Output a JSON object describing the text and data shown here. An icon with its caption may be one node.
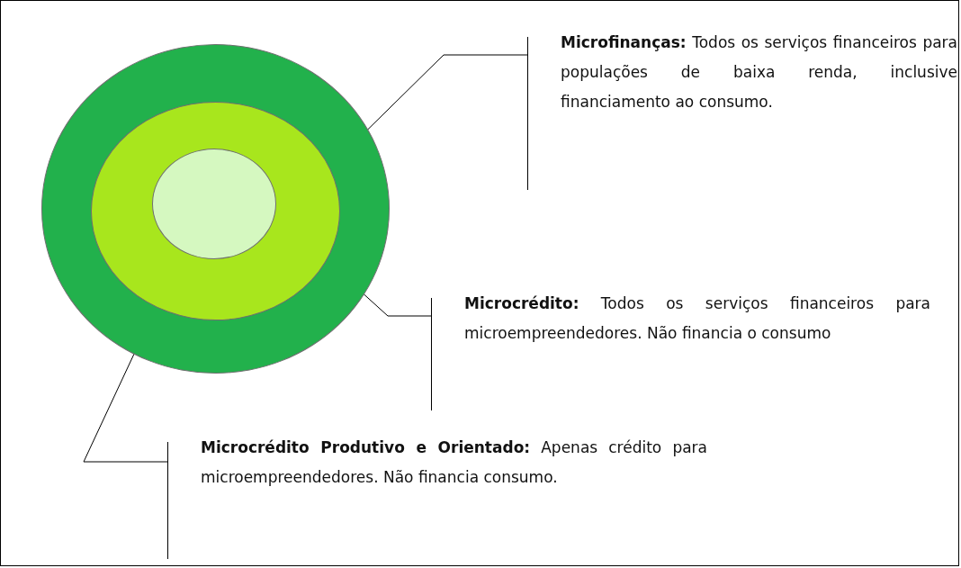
{
  "diagram": {
    "nodes": [
      {
        "text": [],
        "shape": "circle"
      },
      {
        "text": [],
        "shape": "circle",
        "in": 0
      },
      {
        "text": [],
        "shape": "circle",
        "in": 1
      },
      {
        "text": [
          "**Microfinanças:** Todos os serviços financeiros para populações de baixa renda, inclusive financiamento ao consumo."
        ]
      },
      {
        "text": [
          "**Microcrédito:** Todos os serviços financeiros para microempreendedores. Não financia o consumo"
        ]
      },
      {
        "text": [
          "**Microcrédito Produtivo e Orientado:** Apenas crédito para microempreendedores. Não financia consumo."
        ]
      }
    ],
    "edges": [
      {
        "from": 3,
        "to": 0,
        "arrow": "none"
      },
      {
        "from": 4,
        "to": 1,
        "arrow": "none"
      },
      {
        "from": 5,
        "to": 2,
        "arrow": "none"
      }
    ]
  }
}
